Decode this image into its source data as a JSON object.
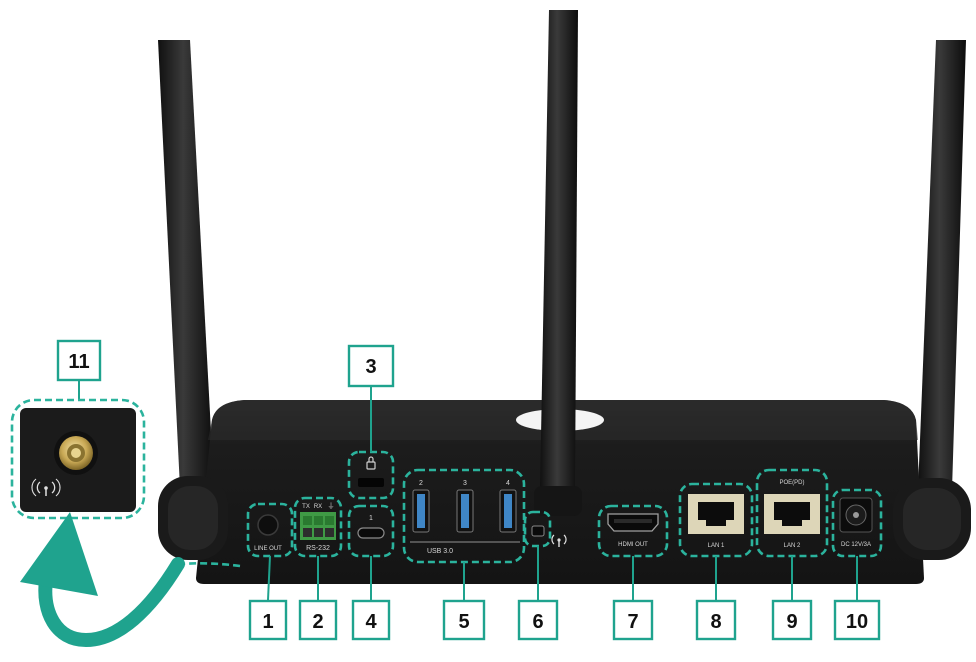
{
  "diagram": {
    "callouts": [
      {
        "id": "1"
      },
      {
        "id": "2"
      },
      {
        "id": "3"
      },
      {
        "id": "4"
      },
      {
        "id": "5"
      },
      {
        "id": "6"
      },
      {
        "id": "7"
      },
      {
        "id": "8"
      },
      {
        "id": "9"
      },
      {
        "id": "10"
      },
      {
        "id": "11"
      }
    ],
    "port_labels": {
      "line_out": "LINE OUT",
      "rs232": "RS-232",
      "rs232_pins": [
        "TX",
        "RX",
        "⏚"
      ],
      "usb_c_number": "1",
      "usb_numbers": [
        "2",
        "3",
        "4"
      ],
      "usb_group": "USB 3.0",
      "hdmi_out": "HDMI OUT",
      "lan1": "LAN 1",
      "lan2": "LAN 2",
      "poe": "POE(PD)",
      "dc": "DC 12V/3A"
    },
    "colors": {
      "accent": "#1fa38e",
      "body": "#1e1e1e",
      "usb_blue": "#3f86c6"
    },
    "icons": [
      "lock-icon",
      "antenna-signal-icon",
      "sma-connector-icon"
    ]
  }
}
